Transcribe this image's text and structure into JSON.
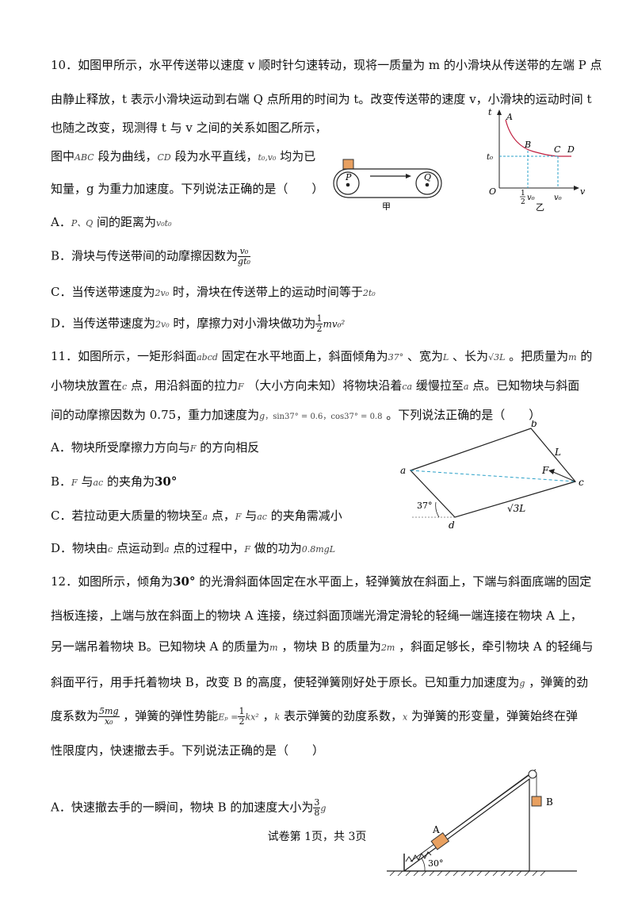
{
  "q10": {
    "line1": "10．如图甲所示，水平传送带以速度 v 顺时针匀速转动，现将一质量为 m 的小滑块从传送带的左端 P 点",
    "line2": "由静止释放，t 表示小滑块运动到右端 Q 点所用的时间为 t。改变传送带的速度 v，小滑块的运动时间 t",
    "line3": "也随之改变，现测得 t 与 v 之间的关系如图乙所示，",
    "line4a": "图中",
    "line4_abc": "ABC",
    "line4b": " 段为曲线，",
    "line4_cd": "CD",
    "line4c": " 段为水平直线，",
    "line4_vars": "t₀,v₀",
    "line4d": " 均为已",
    "line5": "知量，g 为重力加速度。下列说法正确的是（　　）",
    "optA_text": "A．",
    "optA_pq": "P、Q",
    "optA_rest": " 间的距离为",
    "optA_val": "v₀t₀",
    "optB_text": "B．滑块与传送带间的动摩擦因数为",
    "optB_num": "v₀",
    "optB_den": "gt₀",
    "optC_text": "C．当传送带速度为",
    "optC_v": "2v₀",
    "optC_rest": " 时，滑块在传送带上的运动时间等于",
    "optC_t": "2t₀",
    "optD_text": "D．当传送带速度为",
    "optD_v": "2v₀",
    "optD_rest": " 时，摩擦力对小滑块做功为",
    "optD_num": "1",
    "optD_den": "2",
    "optD_tail": "mv₀²",
    "fig_jia": {
      "P": "P",
      "Q": "Q",
      "caption": "甲"
    },
    "fig_yi": {
      "t": "t",
      "v": "v",
      "O": "O",
      "A": "A",
      "B": "B",
      "C": "C",
      "D": "D",
      "t0": "t₀",
      "v0": "v₀",
      "half_num": "1",
      "half_den": "2",
      "half_v0": "v₀",
      "caption": "乙"
    }
  },
  "q11": {
    "line1a": "11．如图所示，一矩形斜面",
    "line1_abcd": "abcd",
    "line1b": " 固定在水平地面上，斜面倾角为",
    "line1_37": "37°",
    "line1c": " 、宽为",
    "line1_L": "L",
    "line1d": " 、长为",
    "line1_sqrt": "√3L",
    "line1e": " 。把质量为",
    "line1_m": "m",
    "line1f": " 的",
    "line2a": "小物块放置在",
    "line2_c": "c",
    "line2b": " 点，用沿斜面的拉力",
    "line2_F": "F",
    "line2c": " （大小方向未知）将物块沿着",
    "line2_ca": "ca",
    "line2d": " 缓慢拉至",
    "line2_a": "a",
    "line2e": " 点。已知物块与斜面",
    "line3a": "间的动摩擦因数为 0.75，重力加速度为",
    "line3_g": "g",
    "line3_trig": "，sin37° = 0.6，cos37° = 0.8",
    "line3b": " 。下列说法正确的是（　　）",
    "optA": "A．物块所受摩擦力方向与",
    "optA_F": "F",
    "optA_rest": " 的方向相反",
    "optB_a": "B．",
    "optB_F": "F",
    "optB_b": " 与",
    "optB_ac": "ac",
    "optB_c": " 的夹角为",
    "optB_val": "30°",
    "optC_a": "C．若拉动更大质量的物块至",
    "optC_pt": "a",
    "optC_b": " 点，",
    "optC_F": "F",
    "optC_c": " 与",
    "optC_ac": "ac",
    "optC_d": " 的夹角需减小",
    "optD_a": "D．物块由",
    "optD_c": "c",
    "optD_b": " 点运动到",
    "optD_a2": "a",
    "optD_c2": " 点的过程中，",
    "optD_F": "F",
    "optD_d": " 做的功为",
    "optD_val": "0.8mgL",
    "fig": {
      "a": "a",
      "b": "b",
      "c": "c",
      "d": "d",
      "L": "L",
      "F": "F",
      "angle": "37°",
      "len": "√3L"
    }
  },
  "q12": {
    "line1a": "12．如图所示，倾角为",
    "line1_30": "30°",
    "line1b": " 的光滑斜面体固定在水平面上，轻弹簧放在斜面上，下端与斜面底端的固定",
    "line2": "挡板连接，上端与放在斜面上的物块 A 连接，绕过斜面顶端光滑定滑轮的轻绳一端连接在物块 A 上，",
    "line3": "另一端吊着物块 B。已知物块 A 的质量为",
    "line3_m": "m",
    "line3b": " ，物块 B 的质量为",
    "line3_2m": "2m",
    "line3c": " ，斜面足够长，牵引物块 A 的轻绳与",
    "line4a": "斜面平行，用手托着物块 B，改变 B 的高度，使轻弹簧刚好处于原长。已知重力加速度为",
    "line4_g": "g",
    "line4b": " ，弹簧的劲",
    "line5a": "度系数为",
    "line5_num": "5mg",
    "line5_den": "x₀",
    "line5b": " ，弹簧的弹性势能",
    "line5_Ep": "Eₚ =",
    "line5_hnum": "1",
    "line5_hden": "2",
    "line5_kx": "kx²",
    "line5c": " ，",
    "line5_k": "k",
    "line5d": " 表示弹簧的劲度系数，",
    "line5_x": "x",
    "line5e": " 为弹簧的形变量，弹簧始终在弹",
    "line6": "性限度内，快速撤去手。下列说法正确的是（　　）",
    "optA": "A．快速撤去手的一瞬间，物块 B 的加速度大小为",
    "optA_num": "3",
    "optA_den": "8",
    "optA_g": "g",
    "fig": {
      "A": "A",
      "B": "B",
      "angle": "30°"
    }
  },
  "footer": "试卷第 1页，共 3页"
}
